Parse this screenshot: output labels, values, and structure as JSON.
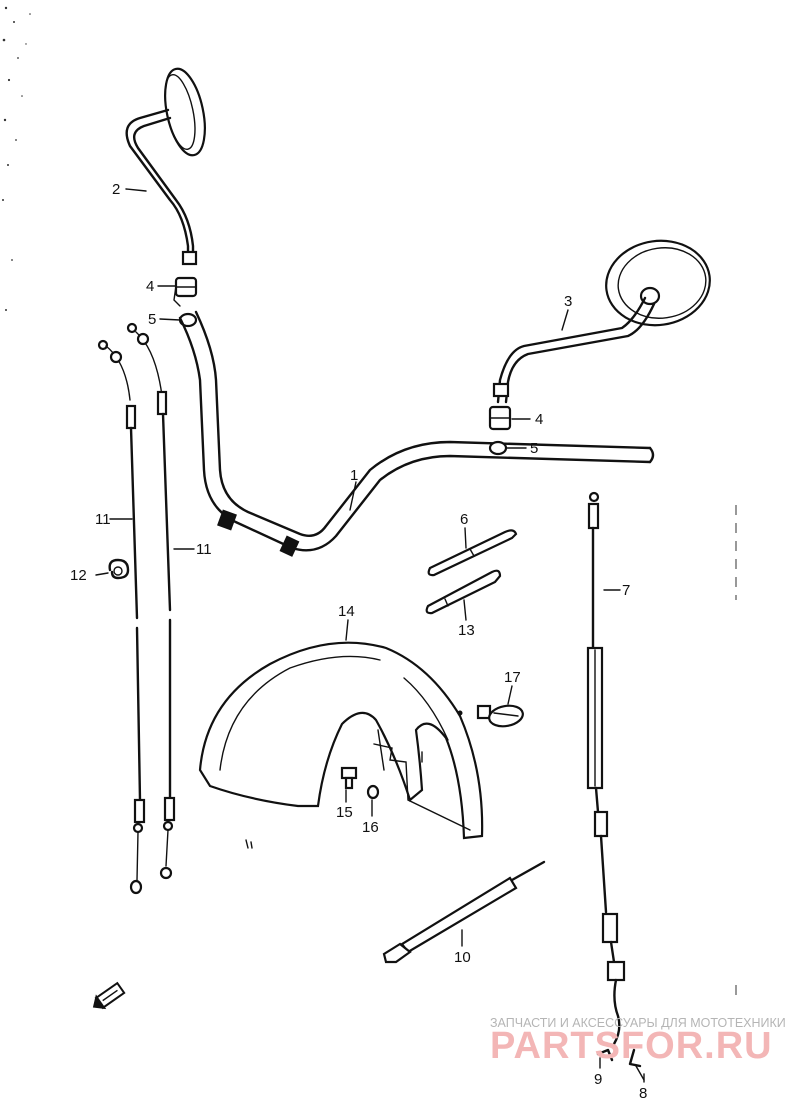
{
  "callouts": {
    "n1": "1",
    "n2": "2",
    "n3": "3",
    "n4a": "4",
    "n4b": "4",
    "n5a": "5",
    "n5b": "5",
    "n6": "6",
    "n7": "7",
    "n8": "8",
    "n9": "9",
    "n10": "10",
    "n11a": "11",
    "n11b": "11",
    "n12": "12",
    "n13": "13",
    "n14": "14",
    "n15": "15",
    "n16": "16",
    "n17": "17"
  },
  "watermark": {
    "tagline": "ЗАПЧАСТИ И АКСЕССУАРЫ ДЛЯ МОТОТЕХНИКИ",
    "brand": "PARTSFOR.RU"
  },
  "front_arrow_icon": "front-direction-icon"
}
